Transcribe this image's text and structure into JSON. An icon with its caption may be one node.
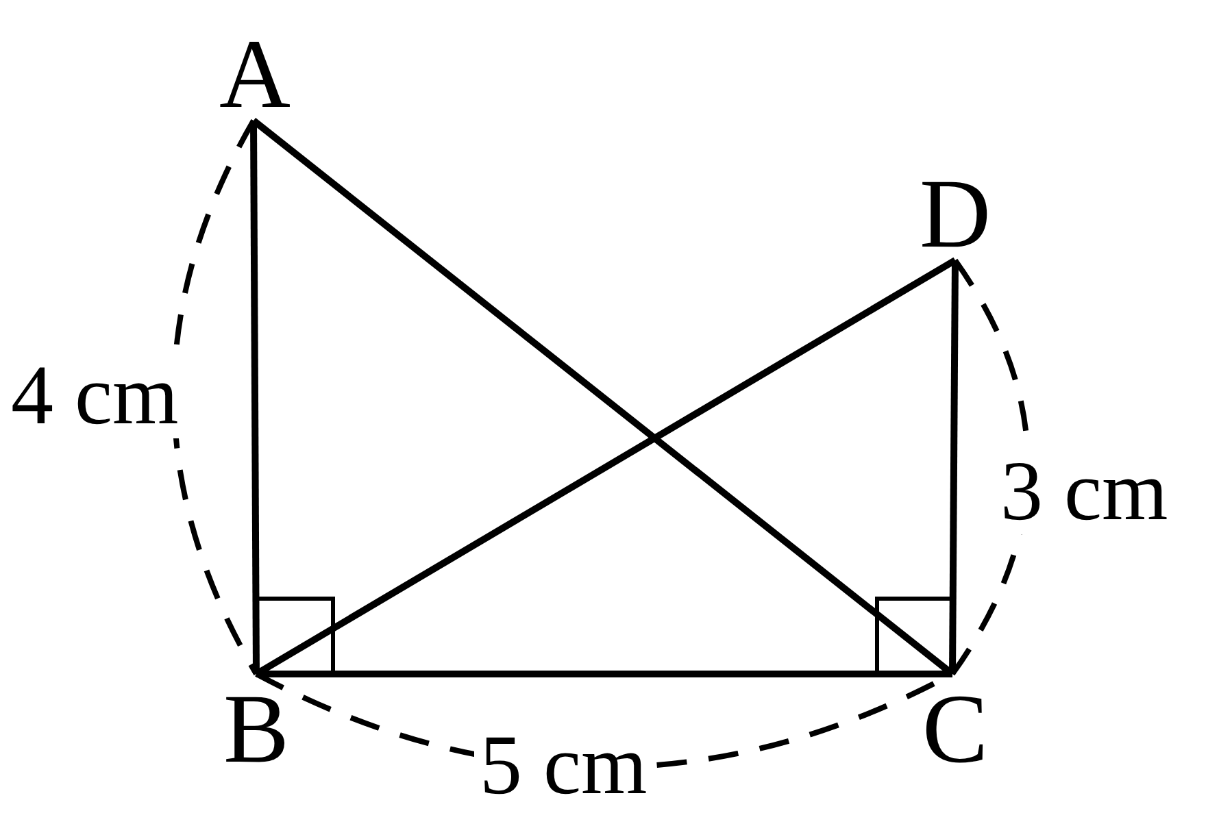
{
  "diagram": {
    "nodes": [
      {
        "text": [
          "A"
        ]
      },
      {
        "text": [
          "B"
        ]
      },
      {
        "text": [
          "C"
        ]
      },
      {
        "text": [
          "D"
        ]
      }
    ],
    "edges": [
      {
        "from": 0,
        "to": 1,
        "arrow": "none"
      },
      {
        "from": 0,
        "to": 2,
        "arrow": "none"
      },
      {
        "from": 1,
        "to": 2,
        "arrow": "none"
      },
      {
        "from": 1,
        "to": 3,
        "arrow": "none"
      },
      {
        "from": 3,
        "to": 2,
        "arrow": "none"
      }
    ],
    "labels": [
      "4 cm",
      "3 cm",
      "5 cm"
    ]
  }
}
